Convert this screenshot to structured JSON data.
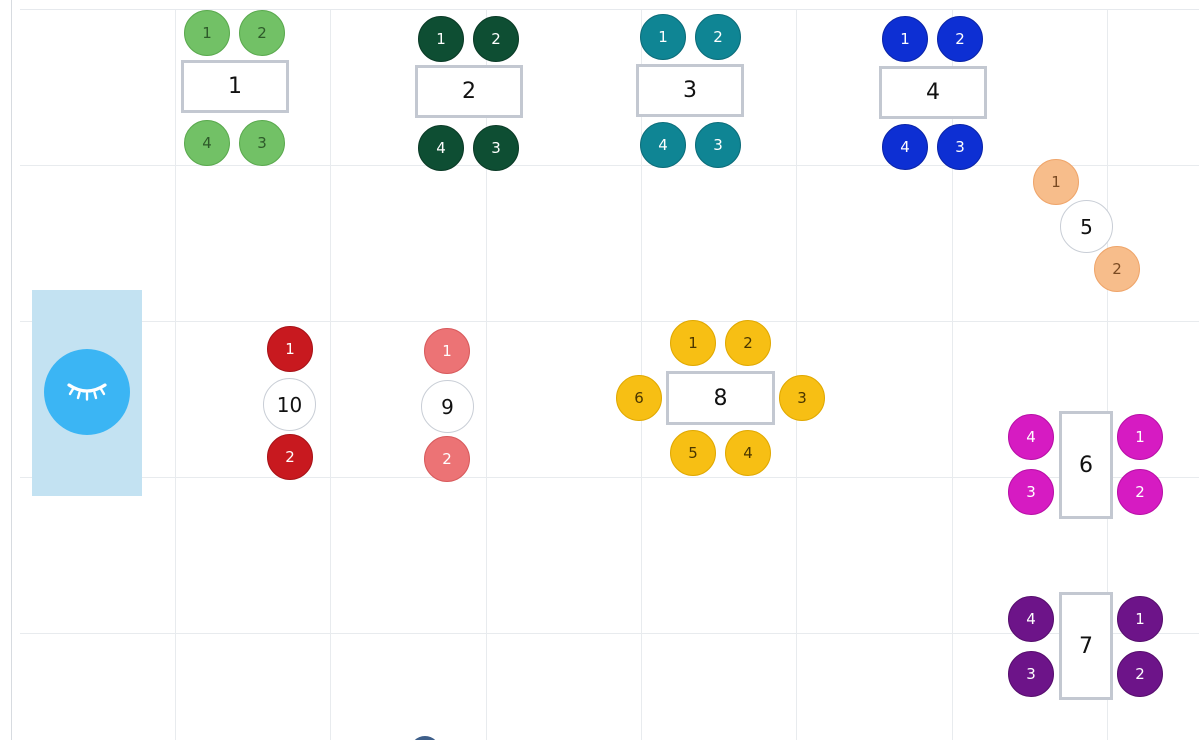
{
  "floor_plan": {
    "tables": [
      {
        "label": "1",
        "shape": "rect",
        "seat_color": "#72c166",
        "seat_text_color": "#2e5a2a",
        "seat_border": "#5aa94e",
        "seats": [
          "1",
          "2",
          "4",
          "3"
        ]
      },
      {
        "label": "2",
        "shape": "rect",
        "seat_color": "#0e4e33",
        "seat_text_color": "#ffffff",
        "seat_border": "#0a3a26",
        "seats": [
          "1",
          "2",
          "4",
          "3"
        ]
      },
      {
        "label": "3",
        "shape": "rect",
        "seat_color": "#0f8594",
        "seat_text_color": "#ffffff",
        "seat_border": "#0b6c79",
        "seats": [
          "1",
          "2",
          "4",
          "3"
        ]
      },
      {
        "label": "4",
        "shape": "rect",
        "seat_color": "#0d2fd3",
        "seat_text_color": "#ffffff",
        "seat_border": "#0a24a8",
        "seats": [
          "1",
          "2",
          "4",
          "3"
        ]
      },
      {
        "label": "5",
        "shape": "round",
        "seat_color": "#f7bd8b",
        "seat_text_color": "#7a4a22",
        "seat_border": "#efa56a",
        "seats": [
          "1",
          "2"
        ]
      },
      {
        "label": "6",
        "shape": "rect",
        "seat_color": "#d61bc2",
        "seat_text_color": "#ffffff",
        "seat_border": "#b80fa6",
        "seats": [
          "4",
          "1",
          "3",
          "2"
        ]
      },
      {
        "label": "7",
        "shape": "rect",
        "seat_color": "#6d1489",
        "seat_text_color": "#ffffff",
        "seat_border": "#560e6d",
        "seats": [
          "4",
          "1",
          "3",
          "2"
        ]
      },
      {
        "label": "8",
        "shape": "rect",
        "seat_color": "#f7bf14",
        "seat_text_color": "#4a3600",
        "seat_border": "#e0a800",
        "seats": [
          "1",
          "2",
          "6",
          "3",
          "5",
          "4"
        ]
      },
      {
        "label": "9",
        "shape": "round",
        "seat_color": "#ec7375",
        "seat_text_color": "#ffffff",
        "seat_border": "#d85a5c",
        "seats": [
          "1",
          "2"
        ]
      },
      {
        "label": "10",
        "shape": "round",
        "seat_color": "#c8191f",
        "seat_text_color": "#ffffff",
        "seat_border": "#a81217",
        "seats": [
          "1",
          "2"
        ]
      }
    ]
  },
  "toggle_panel": {
    "icon": "closed-eye-icon",
    "background": "#c3e2f2",
    "button_color": "#3bb5f4"
  }
}
